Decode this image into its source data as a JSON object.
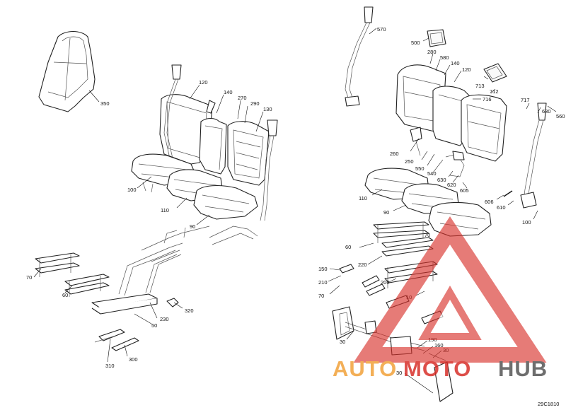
{
  "diagram": {
    "drawing_code": "29C1810",
    "left_callouts": [
      "350",
      "120",
      "140",
      "270",
      "290",
      "130",
      "100",
      "110",
      "90",
      "70",
      "60",
      "230",
      "50",
      "320",
      "310",
      "300"
    ],
    "right_callouts": [
      "570",
      "500",
      "280",
      "580",
      "140",
      "120",
      "713",
      "712",
      "716",
      "717",
      "630",
      "560",
      "260",
      "250",
      "550",
      "540",
      "630",
      "620",
      "605",
      "606",
      "610",
      "100",
      "110",
      "90",
      "70",
      "60",
      "220",
      "150",
      "210",
      "70",
      "200",
      "10",
      "30",
      "190",
      "160",
      "30"
    ]
  },
  "watermark": {
    "text_auto": "AUTO",
    "text_moto": "MOTO",
    "text_hub": "HUB",
    "color_red": "#d8302a",
    "color_orange": "#f2a23a",
    "color_dark": "#555555"
  }
}
